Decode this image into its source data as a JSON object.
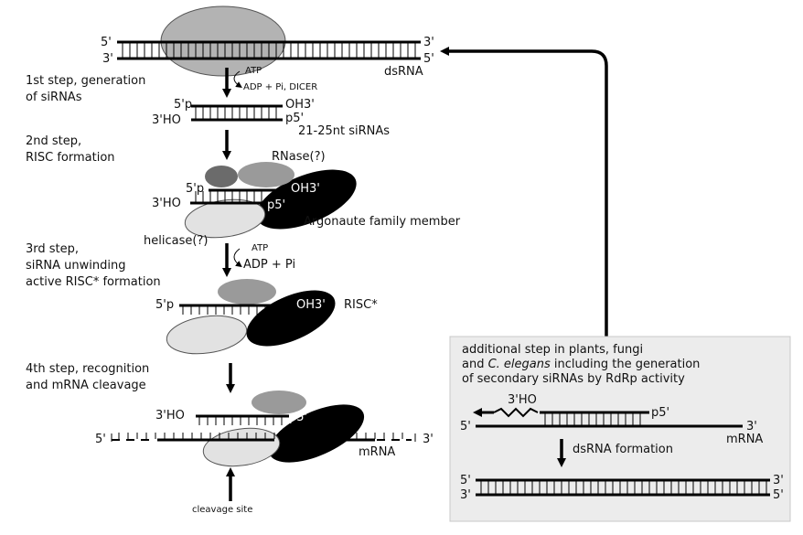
{
  "top": {
    "left5": "5'",
    "left3": "3'",
    "right3": "3'",
    "right5": "5'",
    "dsrna_label": "dsRNA"
  },
  "step1": {
    "title_l1": "1st step, generation",
    "title_l2": "of siRNAs",
    "atp": "ATP",
    "adp": "ADP + Pi, DICER",
    "top_5p": "5'p",
    "top_oh3": "OH3'",
    "bot_3ho": "3'HO",
    "bot_p5": "p5'",
    "sirna_label": "21-25nt siRNAs"
  },
  "step2": {
    "title_l1": "2nd step,",
    "title_l2": "RISC formation",
    "rnase": "RNase(?)",
    "top_5p": "5'p",
    "oh3": "OH3'",
    "ho3": "3'HO",
    "p5": "p5'",
    "argonaute": "Argonaute family member",
    "helicase": "helicase(?)"
  },
  "step3": {
    "title_l1": "3rd step,",
    "title_l2": "siRNA unwinding",
    "title_l3": "active RISC* formation",
    "atp": "ATP",
    "adp": "ADP + Pi",
    "top_5p": "5'p",
    "oh3": "OH3'",
    "risc_star": "RISC*"
  },
  "step4": {
    "title_l1": "4th step, recognition",
    "title_l2": "and mRNA cleavage",
    "ho3": "3'HO",
    "p5": "p5'",
    "mrna_5": "5'",
    "mrna_3": "3'",
    "mrna_label": "mRNA",
    "cleavage": "cleavage site"
  },
  "side": {
    "l1": "additional step in plants, fungi",
    "l2a": "and ",
    "l2b": "C. elegans",
    "l2c": " including the generation",
    "l3": "of secondary siRNAs by RdRp activity",
    "ho3": "3'HO",
    "p5": "p5'",
    "m5": "5'",
    "m3": "3'",
    "mrna": "mRNA",
    "ds_formation": "dsRNA formation",
    "ds_l5": "5'",
    "ds_l3": "3'",
    "ds_r3": "3'",
    "ds_r5": "5'"
  },
  "colors": {
    "dicer": "#b3b3b3",
    "dark_grey": "#6b6b6b",
    "mid_grey": "#9a9a9a",
    "light_grey": "#e2e2e2",
    "argonaute": "#000000",
    "panel": "#ececec"
  }
}
